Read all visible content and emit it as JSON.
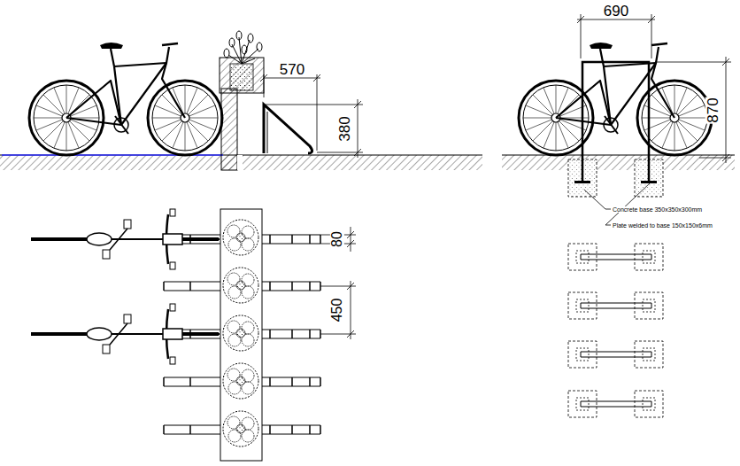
{
  "diagram": {
    "labels": [
      "570",
      "380",
      "690",
      "870",
      "80",
      "450",
      "Concrete base 350x350x300mm",
      "Plate welded to base 150x150x6mm"
    ]
  }
}
